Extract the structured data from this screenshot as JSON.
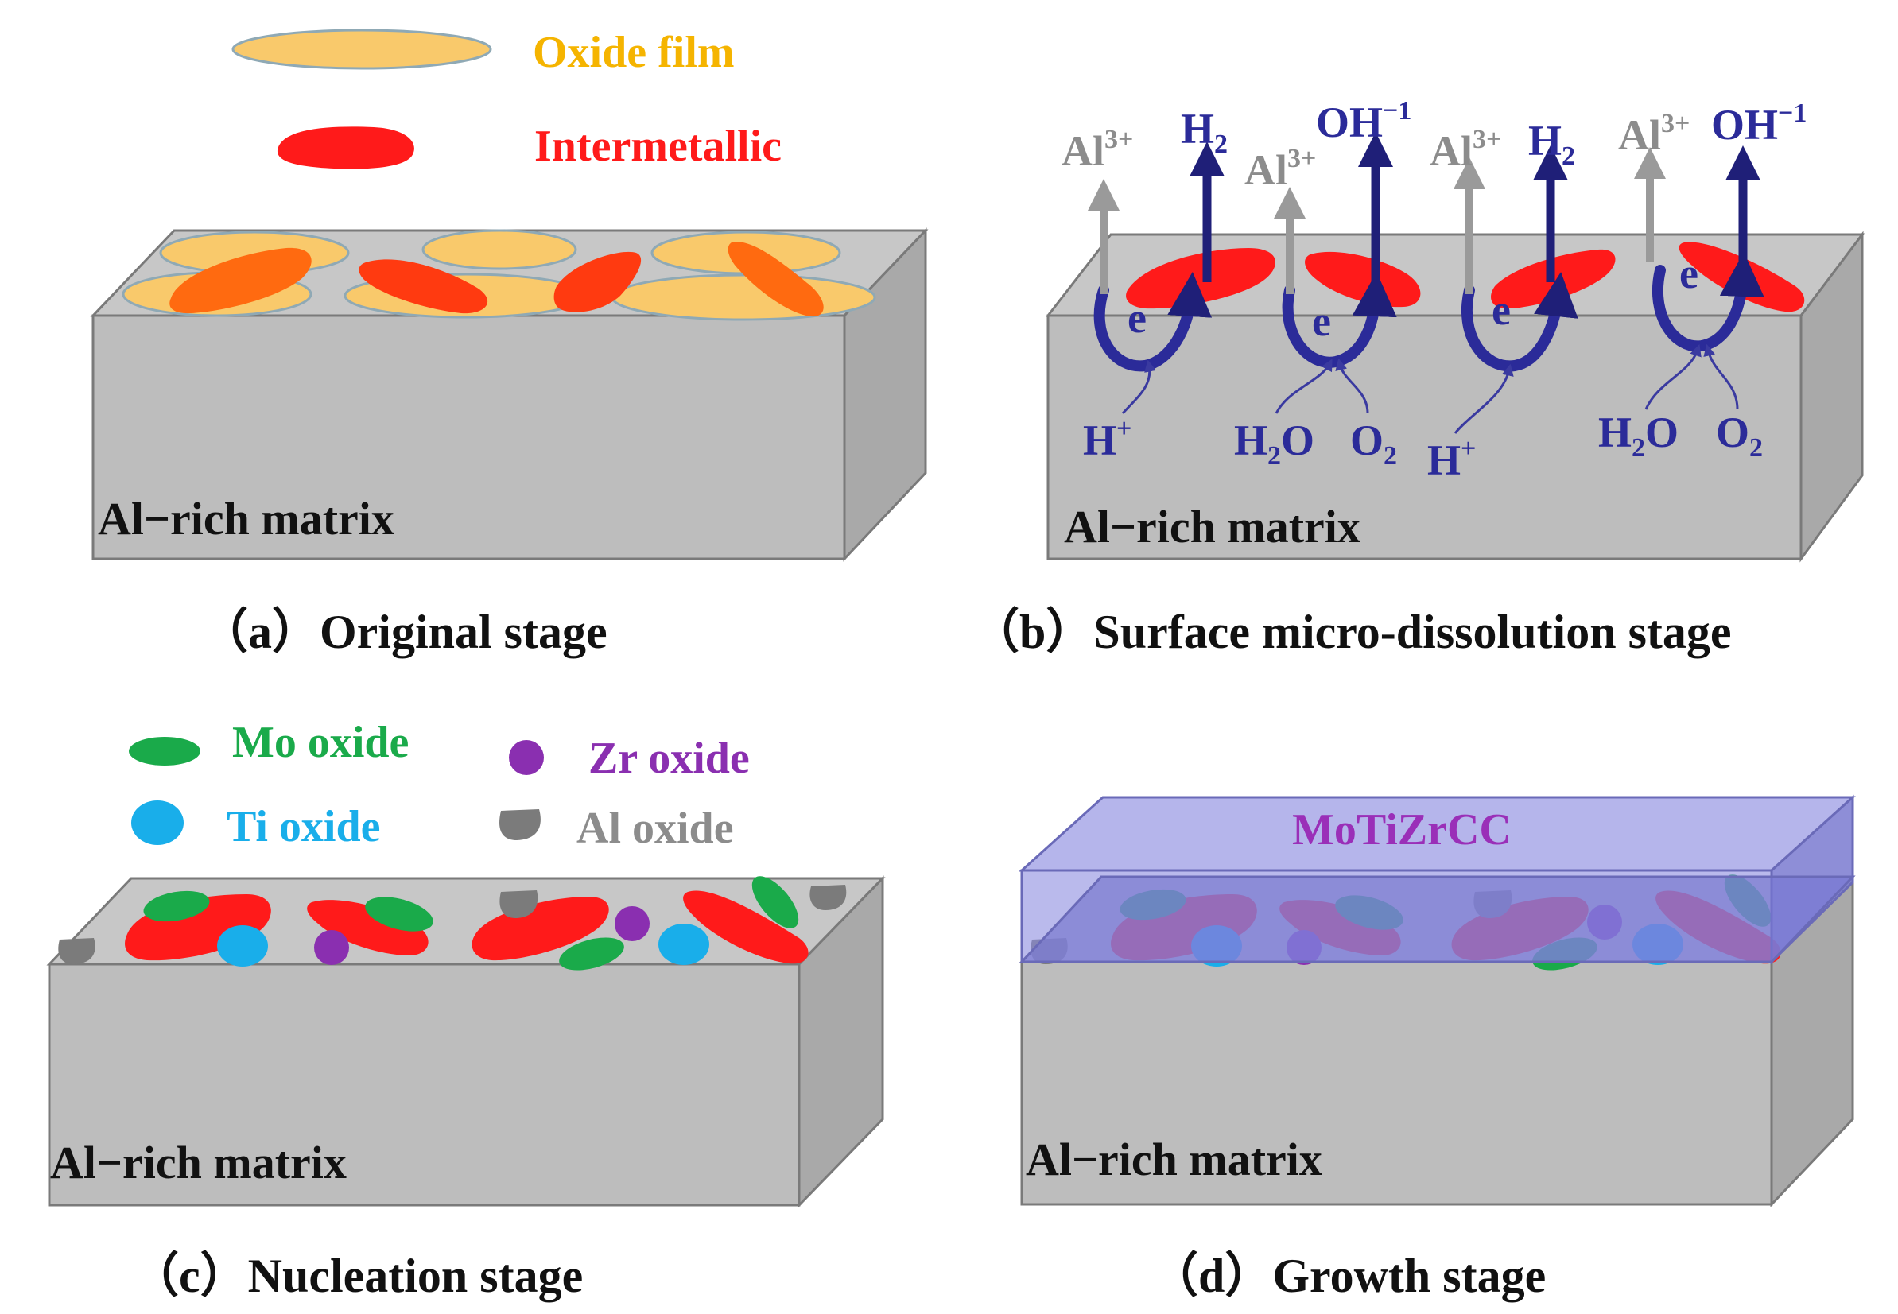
{
  "colors": {
    "oxide_film": "#f9c96b",
    "oxide_film_label": "#f5b400",
    "intermetallic": "#ff1a1a",
    "intermetallic_on_film": "#ff6a10",
    "block_top": "#c7c7c7",
    "block_front": "#bdbdbd",
    "block_side": "#a9a9a9",
    "arrow_gray": "#9a9a9a",
    "arrow_navy": "#1f1f78",
    "chem_gray": "#8c8c8c",
    "chem_blue": "#2b2b99",
    "mo_oxide": "#1aaa4a",
    "ti_oxide": "#19aeea",
    "zr_oxide": "#8a2fb0",
    "al_oxide": "#7b7b7b",
    "coating_fill": "#8c8ce0",
    "coating_label": "#9a2fb8"
  },
  "panel_a": {
    "legend_oxide_film": "Oxide film",
    "legend_intermetallic": "Intermetallic",
    "matrix_label": "Al−rich matrix",
    "caption": "（a）Original stage"
  },
  "panel_b": {
    "species": {
      "al3_base": "Al",
      "al3_charge": "3+",
      "h2_base": "H",
      "h2_sub": "2",
      "oh_base": "OH",
      "oh_charge": "−1",
      "electron": "e",
      "h_plus_base": "H",
      "h_plus_charge": "+",
      "h2o_base": "H",
      "h2o_sub": "2",
      "h2o_tail": "O",
      "o2_base": "O",
      "o2_sub": "2"
    },
    "matrix_label": "Al−rich matrix",
    "caption": "（b）Surface micro-dissolution stage"
  },
  "panel_c": {
    "legend_mo_oxide": "Mo oxide",
    "legend_zr_oxide": "Zr oxide",
    "legend_ti_oxide": "Ti oxide",
    "legend_al_oxide": "Al oxide",
    "matrix_label": "Al−rich matrix",
    "caption": "（c）Nucleation stage"
  },
  "panel_d": {
    "coating_label": "MoTiZrCC",
    "matrix_label": "Al−rich matrix",
    "caption": "（d）Growth stage"
  }
}
